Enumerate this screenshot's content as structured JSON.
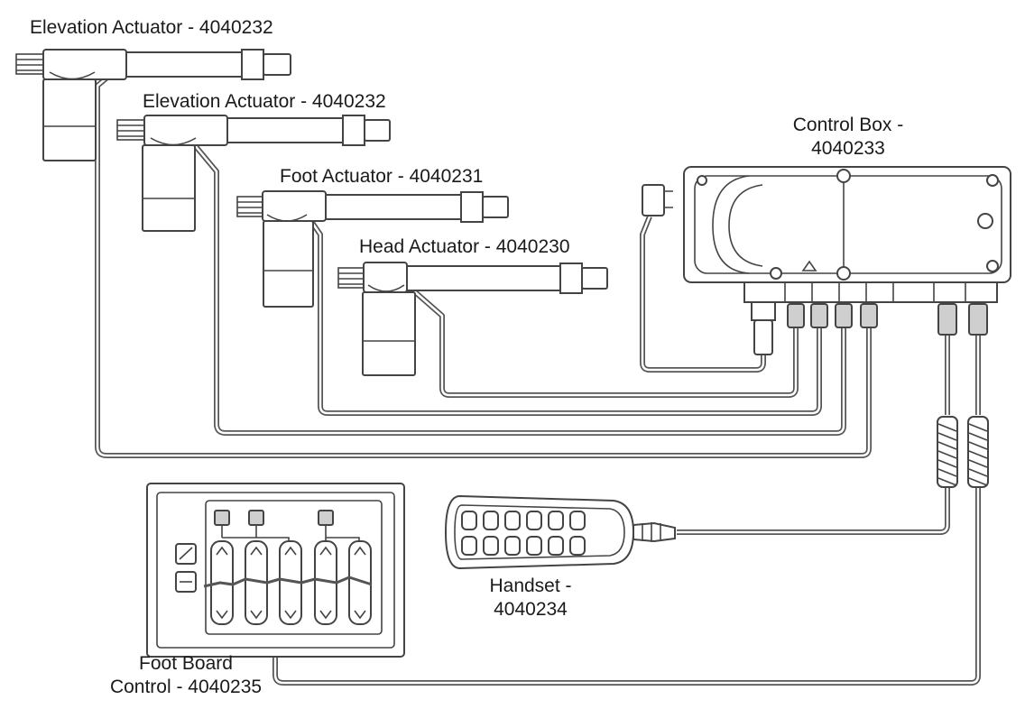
{
  "labels": {
    "elevation_actuator_1": "Elevation Actuator - 4040232",
    "elevation_actuator_2": "Elevation Actuator - 4040232",
    "foot_actuator": "Foot Actuator - 4040231",
    "head_actuator": "Head Actuator - 4040230",
    "control_box_line1": "Control Box -",
    "control_box_line2": "4040233",
    "handset_line1": "Handset -",
    "handset_line2": "4040234",
    "foot_board_line1": "Foot Board",
    "foot_board_line2": "Control - 4040235"
  },
  "colors": {
    "line": "#444444",
    "cable": "#555555",
    "background": "#ffffff"
  }
}
